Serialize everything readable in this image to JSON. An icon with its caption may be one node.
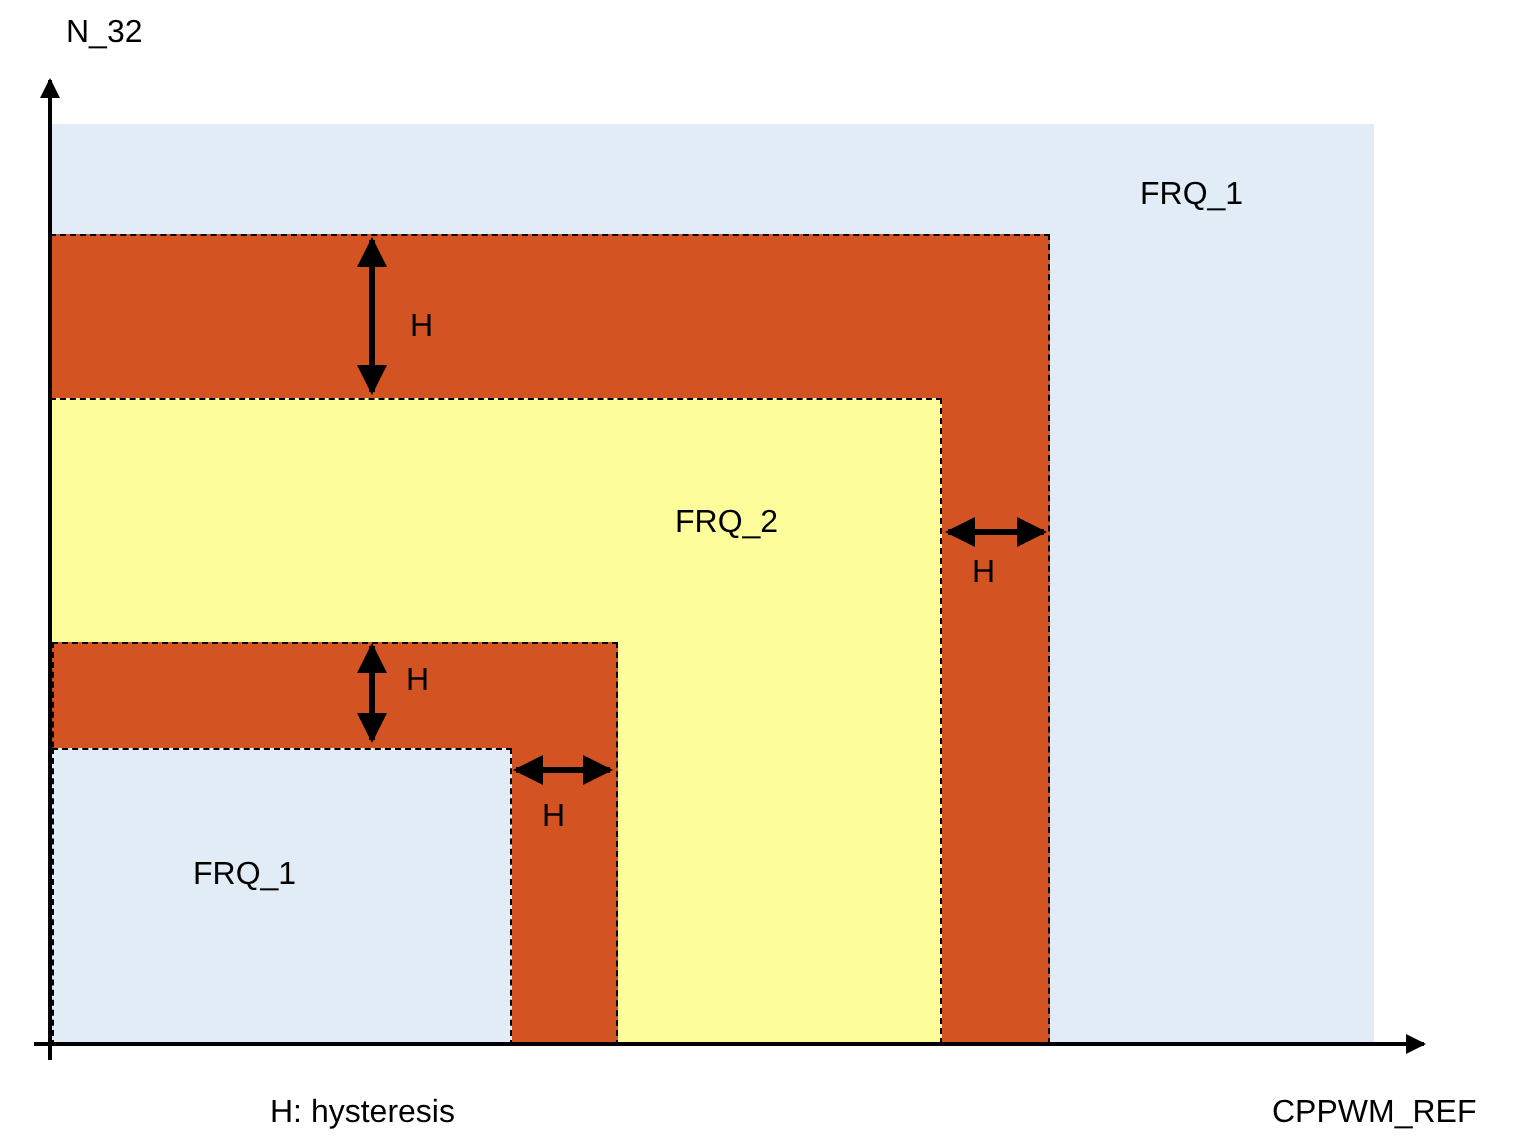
{
  "diagram": {
    "nodes": [
      {
        "text": [
          "FRQ_1"
        ]
      },
      {
        "text": [
          "FRQ_2"
        ],
        "in": 0
      },
      {
        "text": [
          "FRQ_1"
        ],
        "in": 1
      }
    ],
    "labels": [
      "N_32",
      "H",
      "H",
      "H",
      "H",
      "H: hysteresis",
      "CPPWM_REF"
    ]
  }
}
